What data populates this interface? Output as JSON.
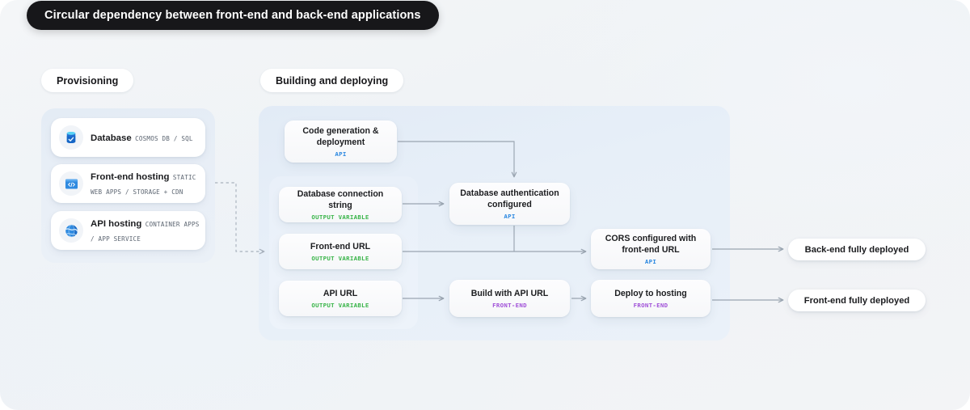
{
  "title": "Circular dependency between front-end and back-end applications",
  "sections": {
    "provisioning_label": "Provisioning",
    "building_label": "Building and deploying"
  },
  "provisioning": {
    "resources": [
      {
        "icon": "database-icon",
        "title": "Database",
        "subtitle": "COSMOS DB / SQL"
      },
      {
        "icon": "code-window-icon",
        "title": "Front-end hosting",
        "subtitle": "STATIC WEB APPS / STORAGE + CDN"
      },
      {
        "icon": "globe-icon",
        "title": "API hosting",
        "subtitle": "CONTAINER APPS / APP SERVICE"
      }
    ]
  },
  "flow": {
    "nodes": [
      {
        "id": "code-generation",
        "title": "Code generation & deployment",
        "tag": "API",
        "tag_kind": "api"
      },
      {
        "id": "database-connection-string",
        "title": "Database connection string",
        "tag": "OUTPUT VARIABLE",
        "tag_kind": "output"
      },
      {
        "id": "front-end-url",
        "title": "Front-end URL",
        "tag": "OUTPUT VARIABLE",
        "tag_kind": "output"
      },
      {
        "id": "api-url",
        "title": "API URL",
        "tag": "OUTPUT VARIABLE",
        "tag_kind": "output"
      },
      {
        "id": "database-authentication",
        "title": "Database authentication configured",
        "tag": "API",
        "tag_kind": "api"
      },
      {
        "id": "build-with-api-url",
        "title": "Build with API URL",
        "tag": "FRONT-END",
        "tag_kind": "frontend"
      },
      {
        "id": "cors-configured",
        "title": "CORS configured with front-end URL",
        "tag": "API",
        "tag_kind": "api"
      },
      {
        "id": "deploy-to-hosting",
        "title": "Deploy to hosting",
        "tag": "FRONT-END",
        "tag_kind": "frontend"
      }
    ],
    "outcomes": [
      {
        "id": "back-end-fully-deployed",
        "label": "Back-end fully deployed"
      },
      {
        "id": "front-end-fully-deployed",
        "label": "Front-end fully deployed"
      }
    ]
  },
  "colors": {
    "tag_api": "#2b88e0",
    "tag_output_variable": "#3ab54a",
    "tag_front_end": "#a050d8",
    "title_chip_bg": "#17171a",
    "connector": "#9aa5b1",
    "panel_blue": "#e5edf7"
  }
}
